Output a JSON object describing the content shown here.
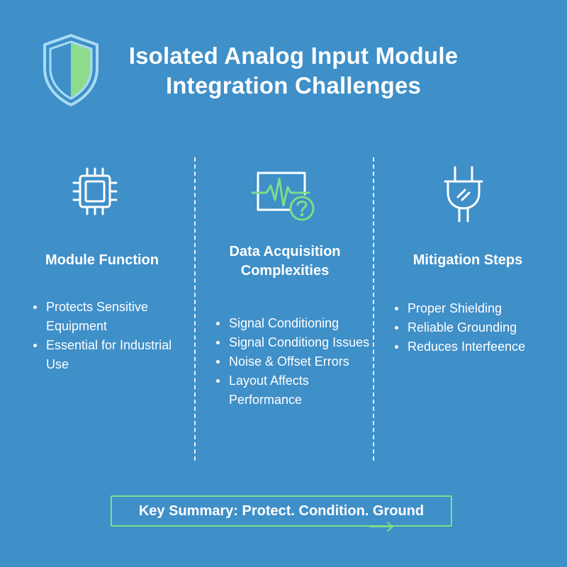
{
  "title": {
    "line1": "Isolated Analog Input Module",
    "line2": "Integration Challenges"
  },
  "columns": [
    {
      "icon": "microchip-icon",
      "title": "Module Function",
      "items": [
        "Protects Sensitive Equipment",
        "Essential for Industrial Use"
      ]
    },
    {
      "icon": "waveform-question-icon",
      "title_line1": "Data Acquisition",
      "title_line2": "Complexities",
      "items": [
        "Signal Conditioning",
        "Signal Conditiong Issues",
        "Noise & Offset Errors",
        "Layout Affects Performance"
      ]
    },
    {
      "icon": "power-plug-icon",
      "title": "Mitigation Steps",
      "items": [
        "Proper Shielding",
        "Reliable Grounding",
        "Reduces Interfeence"
      ]
    }
  ],
  "summary": {
    "text": "Key Summary: Protect. Condition. Ground"
  },
  "colors": {
    "background": "#3f8fc8",
    "accent_green": "#7ddc8a",
    "shield_blue": "#7fc3ea",
    "text": "#ffffff"
  }
}
